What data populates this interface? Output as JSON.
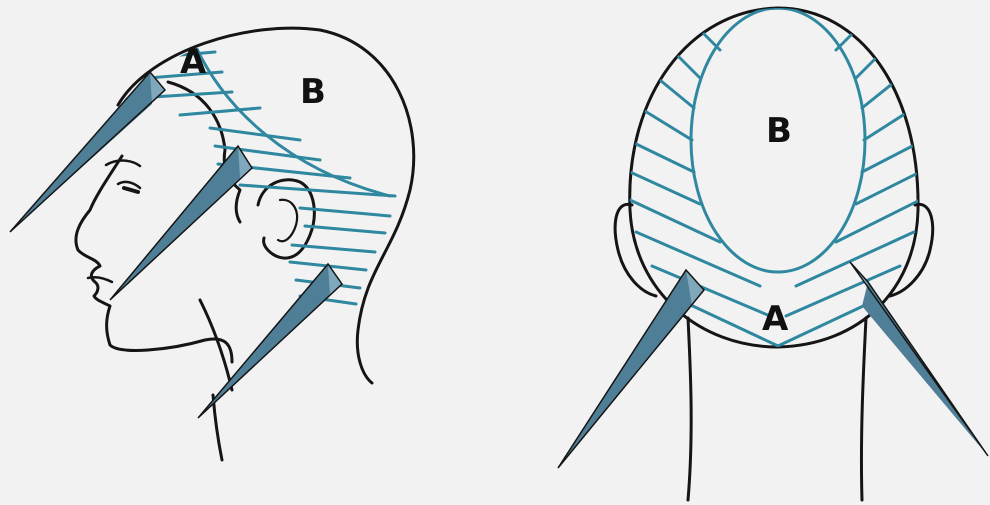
{
  "colors": {
    "background": "#f2f2f2",
    "outline": "#151515",
    "section_line": "#2f88a0",
    "strand_fill": "#7fa8bd",
    "strand_dark": "#4f7e97"
  },
  "side_view": {
    "label_a": "A",
    "label_b": "B"
  },
  "back_view": {
    "label_a": "A",
    "label_b": "B"
  },
  "icons": [
    "side-view-head",
    "back-view-head",
    "hair-strand-icon"
  ]
}
